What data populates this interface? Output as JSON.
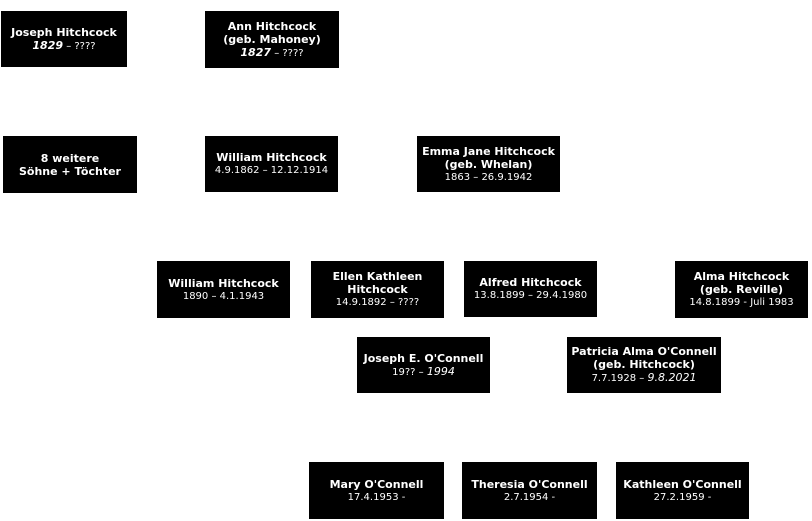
{
  "gen1": {
    "joseph": {
      "name": "Joseph Hitchcock",
      "birth": "1829",
      "dates_rest": " – ????"
    },
    "ann": {
      "name1": "Ann Hitchcock",
      "name2": "(geb. Mahoney)",
      "birth": "1827",
      "dates_rest": " – ????"
    }
  },
  "gen2": {
    "siblings": {
      "line1": "8 weitere",
      "line2": "Söhne + Töchter"
    },
    "william": {
      "name": "William Hitchcock",
      "dates": "4.9.1862 – 12.12.1914"
    },
    "emma": {
      "name1": "Emma Jane Hitchcock",
      "name2": "(geb. Whelan)",
      "dates": "1863 – 26.9.1942"
    }
  },
  "gen3": {
    "william_jr": {
      "name": "William Hitchcock",
      "dates": "1890 – 4.1.1943"
    },
    "ellen": {
      "name1": "Ellen Kathleen",
      "name2": "Hitchcock",
      "dates": "14.9.1892 – ????"
    },
    "alfred": {
      "name": "Alfred Hitchcock",
      "dates": "13.8.1899 – 29.4.1980"
    },
    "alma": {
      "name1": "Alma Hitchcock",
      "name2": "(geb. Reville)",
      "dates": "14.8.1899 - Juli 1983"
    }
  },
  "gen3b": {
    "joseph_oconnell": {
      "name": "Joseph E. O'Connell",
      "dates_start": "19?? – ",
      "death": "1994"
    },
    "patricia": {
      "name1": "Patricia Alma O'Connell",
      "name2": "(geb. Hitchcock)",
      "dates_start": "7.7.1928 – ",
      "death": "9.8.2021"
    }
  },
  "gen4": {
    "mary": {
      "name": "Mary O'Connell",
      "dates": "17.4.1953 -"
    },
    "theresia": {
      "name": "Theresia O'Connell",
      "dates": "2.7.1954 -"
    },
    "kathleen": {
      "name": "Kathleen O'Connell",
      "dates": "27.2.1959 -"
    }
  }
}
